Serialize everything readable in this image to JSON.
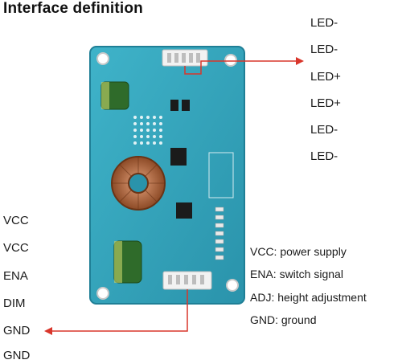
{
  "title": "Interface definition",
  "right_pins": [
    "LED-",
    "LED-",
    "LED+",
    "LED+",
    "LED-",
    "LED-"
  ],
  "left_pins": [
    "VCC",
    "VCC",
    "ENA",
    "DIM",
    "GND",
    "GND"
  ],
  "legend": [
    "VCC: power supply",
    "ENA: switch signal",
    "ADJ: height adjustment",
    "GND: ground"
  ],
  "colors": {
    "pcb": "#2f9fb8",
    "pcb_dark": "#1f7f96",
    "arrow": "#d9362b"
  }
}
